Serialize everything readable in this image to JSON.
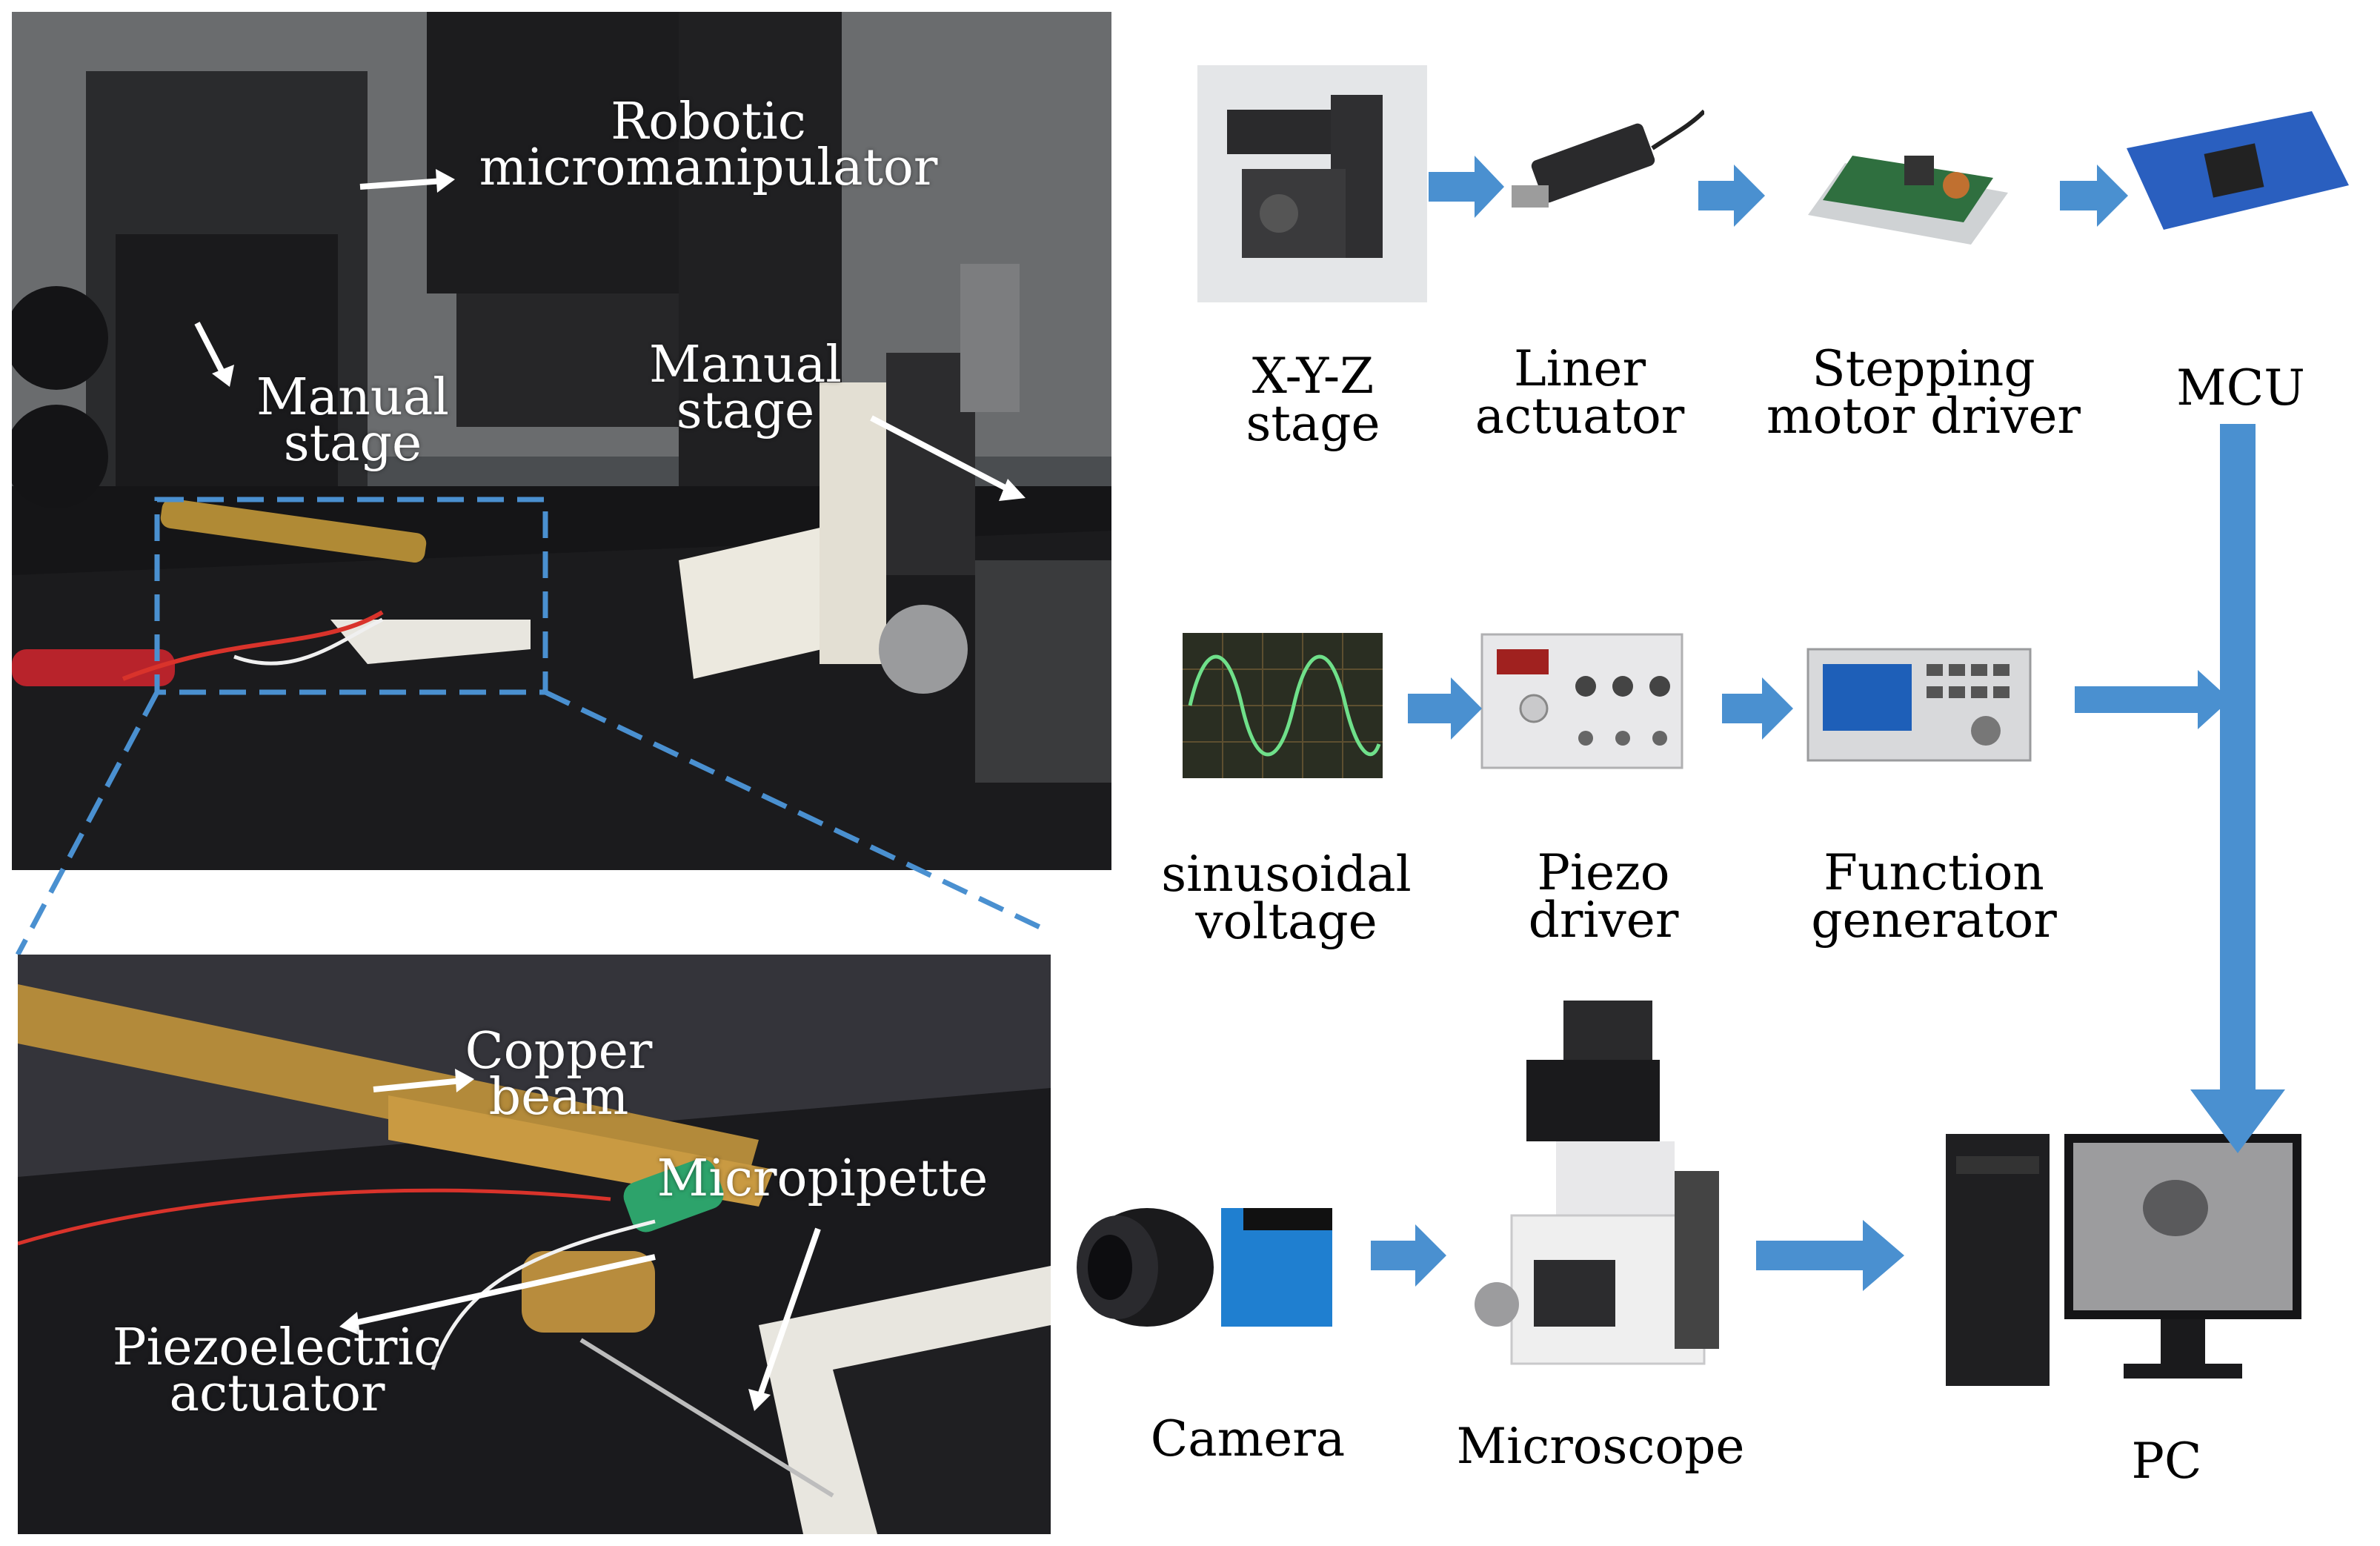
{
  "photo_top": {
    "labels": {
      "robotic": [
        "Robotic",
        "micromanipulator"
      ],
      "manual_left": [
        "Manual",
        "stage"
      ],
      "manual_right": [
        "Manual",
        "stage"
      ]
    }
  },
  "photo_bottom": {
    "labels": {
      "copper": [
        "Copper",
        "beam"
      ],
      "micropipette": "Micropipette",
      "piezo": [
        "Piezoelectric",
        "actuator"
      ]
    }
  },
  "diagram": {
    "row1": {
      "xyz": [
        "X-Y-Z",
        "stage"
      ],
      "liner": [
        "Liner",
        "actuator"
      ],
      "stepping": [
        "Stepping",
        "motor driver"
      ],
      "mcu": "MCU"
    },
    "row2": {
      "sinusoidal": [
        "sinusoidal",
        "voltage"
      ],
      "piezo_driver": [
        "Piezo",
        "driver"
      ],
      "function_gen": [
        "Function",
        "generator"
      ]
    },
    "row3": {
      "camera": "Camera",
      "microscope": "Microscope",
      "pc": "PC"
    },
    "colors": {
      "arrow": "#4a90d0",
      "dashed_frame": "#4a90d0",
      "label_text": "#000000",
      "photo_label_text": "#ffffff"
    }
  }
}
